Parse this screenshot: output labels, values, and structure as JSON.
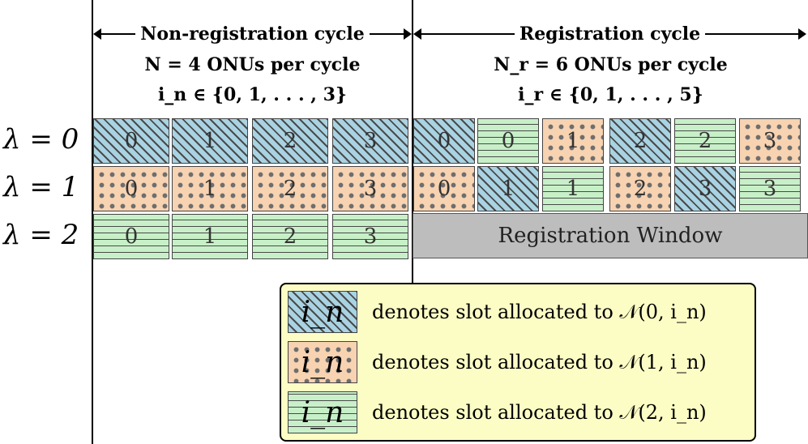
{
  "header": {
    "nonreg": {
      "title": "Non-registration cycle",
      "line2": "N = 4 ONUs per cycle",
      "line3": "i_n ∈ {0, 1, . . . , 3}"
    },
    "reg": {
      "title": "Registration cycle",
      "line2": "N_r = 6 ONUs per cycle",
      "line3": "i_r ∈ {0, 1, . . . , 5}"
    }
  },
  "rows": [
    {
      "label": "λ = 0",
      "slots": [
        {
          "n": "0",
          "p": 0
        },
        {
          "n": "1",
          "p": 0
        },
        {
          "n": "2",
          "p": 0
        },
        {
          "n": "3",
          "p": 0
        },
        {
          "n": "0",
          "p": 0
        },
        {
          "n": "0",
          "p": 2
        },
        {
          "n": "1",
          "p": 1
        },
        {
          "n": "2",
          "p": 0
        },
        {
          "n": "2",
          "p": 2
        },
        {
          "n": "3",
          "p": 1
        }
      ]
    },
    {
      "label": "λ = 1",
      "slots": [
        {
          "n": "0",
          "p": 1
        },
        {
          "n": "1",
          "p": 1
        },
        {
          "n": "2",
          "p": 1
        },
        {
          "n": "3",
          "p": 1
        },
        {
          "n": "0",
          "p": 1
        },
        {
          "n": "1",
          "p": 0
        },
        {
          "n": "1",
          "p": 2
        },
        {
          "n": "2",
          "p": 1
        },
        {
          "n": "3",
          "p": 0
        },
        {
          "n": "3",
          "p": 2
        }
      ]
    },
    {
      "label": "λ = 2",
      "slots": [
        {
          "n": "0",
          "p": 2
        },
        {
          "n": "1",
          "p": 2
        },
        {
          "n": "2",
          "p": 2
        },
        {
          "n": "3",
          "p": 2
        }
      ]
    }
  ],
  "registration_window": "Registration Window",
  "legend": [
    {
      "symbol": "i_n",
      "pattern": 0,
      "text": "denotes slot allocated to 𝒩(0, i_n)"
    },
    {
      "symbol": "i_n",
      "pattern": 1,
      "text": "denotes slot allocated to 𝒩(1, i_n)"
    },
    {
      "symbol": "i_n",
      "pattern": 2,
      "text": "denotes slot allocated to 𝒩(2, i_n)"
    }
  ]
}
